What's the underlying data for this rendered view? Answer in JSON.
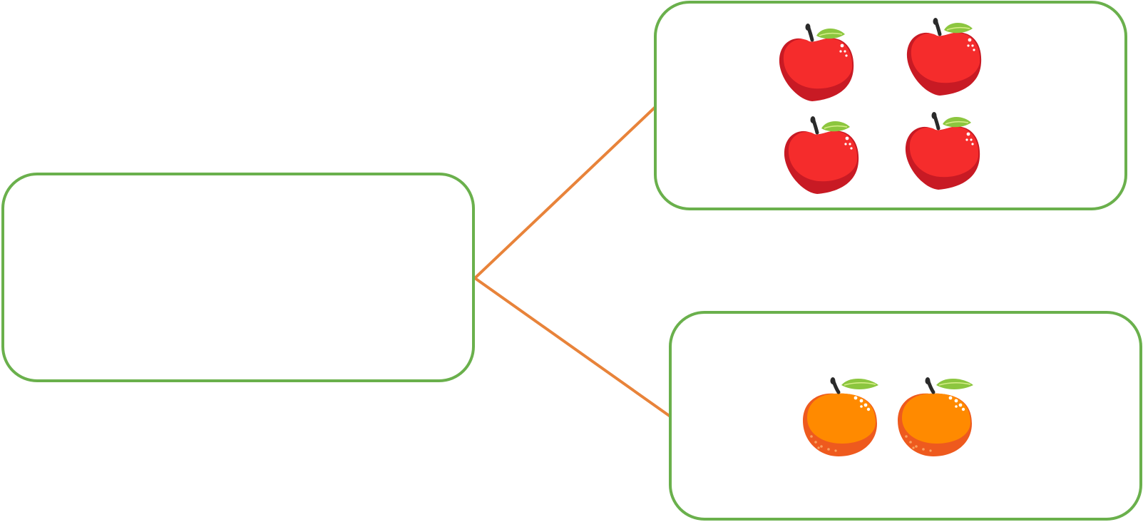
{
  "diagram": {
    "colors": {
      "box_border": "#6ab04c",
      "connector": "#e8833a",
      "apple_body": "#f52c2c",
      "apple_shade": "#c81a24",
      "orange_body": "#ff8a00",
      "orange_shade": "#ee5a1e",
      "leaf": "#8cc63f",
      "leaf_vein": "#d8ee8a",
      "stem": "#2a2a2a"
    },
    "root_box": {
      "label": ""
    },
    "branches": [
      {
        "id": "apples",
        "fruit": "apple",
        "count": 4,
        "icon": "apple-icon"
      },
      {
        "id": "oranges",
        "fruit": "orange",
        "count": 2,
        "icon": "orange-icon"
      }
    ]
  }
}
